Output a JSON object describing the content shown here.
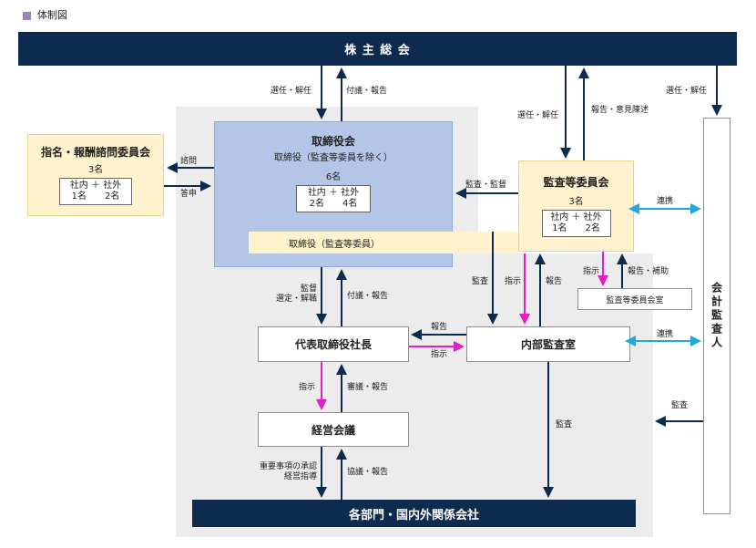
{
  "header": {
    "title": "体制図",
    "marker_color": "#a080c0"
  },
  "colors": {
    "navy": "#0d2a4f",
    "blue_box": "#b4c6e7",
    "yellow_box": "#fff2cc",
    "magenta": "#e020c0",
    "cyan": "#20a8e0",
    "gray_region": "#ececec"
  },
  "nodes": {
    "shareholders": "株 主 総 会",
    "nomination": {
      "title": "指名・報酬諮問委員会",
      "count": "3名",
      "breakdown_top": "社内 ＋ 社外",
      "breakdown_bottom": "1名　　2名"
    },
    "board": {
      "title": "取締役会",
      "subtitle": "取締役（監査等委員を除く）",
      "count": "6名",
      "breakdown_top": "社内 ＋ 社外",
      "breakdown_bottom": "2名　　4名"
    },
    "board_audit_member": "取締役（監査等委員）",
    "audit_committee": {
      "title": "監査等委員会",
      "count": "3名",
      "breakdown_top": "社内 ＋ 社外",
      "breakdown_bottom": "1名　　2名"
    },
    "audit_office": "監査等委員会室",
    "president": "代表取締役社長",
    "internal_audit": "内部監査室",
    "management_meeting": "経営会議",
    "departments": "各部門・国内外関係会社",
    "accounting_auditor": "会計監査人"
  },
  "edges": {
    "sh_to_board": "選任・解任",
    "board_to_sh": "付議・報告",
    "sh_to_audit": "選任・解任",
    "audit_to_sh": "報告・意見陳述",
    "sh_to_acct": "選任・解任",
    "board_to_nom": "諮問",
    "nom_to_board": "答申",
    "audit_to_board": "監査・監督",
    "audit_acct_link": "連携",
    "audit_to_office": "指示",
    "office_to_audit": "報告・補助",
    "board_to_pres": "監督\n選定・解職",
    "pres_to_board": "付議・報告",
    "audit_to_pres": "監査",
    "audit_to_ia": "指示",
    "ia_to_audit": "報告",
    "ia_to_pres": "報告",
    "pres_to_ia": "指示",
    "ia_acct_link": "連携",
    "pres_to_meeting": "指示",
    "meeting_to_pres": "審議・報告",
    "ia_to_dept": "監査",
    "acct_to_ia": "監査",
    "meeting_to_dept": "重要事項の承認\n経営指導",
    "dept_to_meeting": "協議・報告"
  }
}
